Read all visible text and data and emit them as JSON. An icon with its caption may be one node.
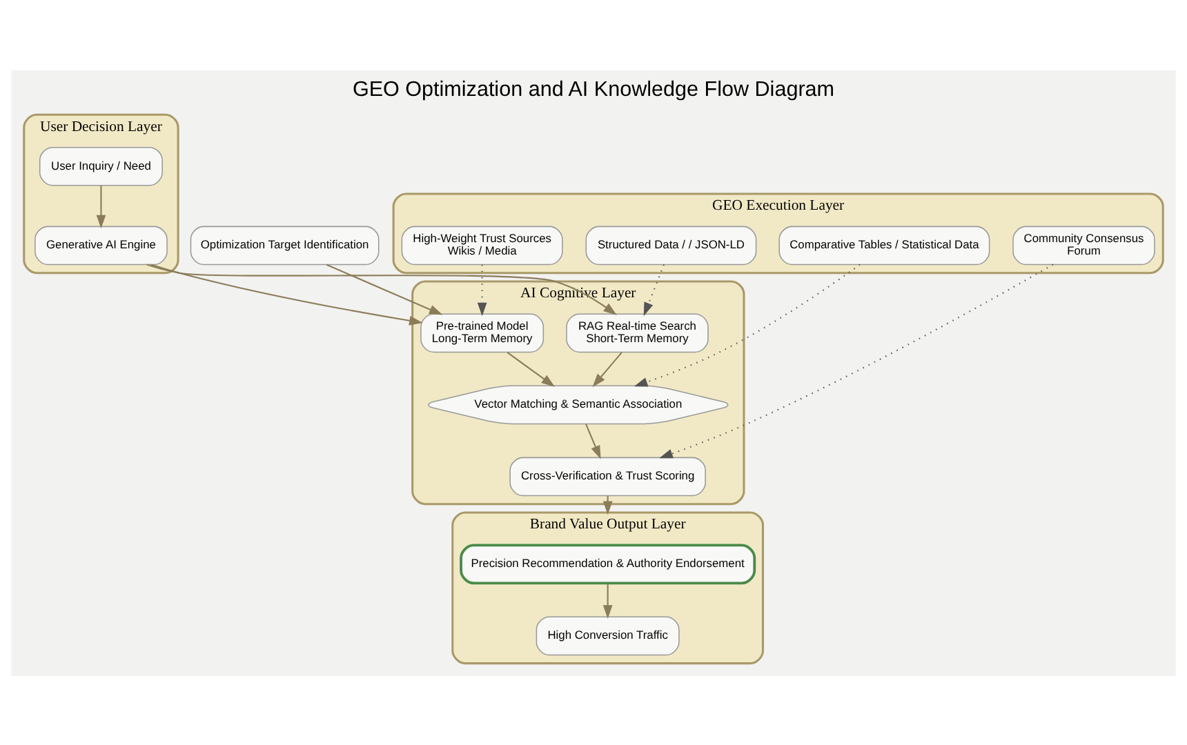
{
  "diagram": {
    "title": "GEO Optimization and AI Knowledge Flow Diagram",
    "nodes": [
      {
        "text": [
          "User Decision Layer"
        ]
      },
      {
        "text": [
          "User Inquiry / Need"
        ],
        "in": 0
      },
      {
        "text": [
          "Generative AI Engine"
        ],
        "in": 0
      },
      {
        "text": [
          "Optimization Target Identification"
        ]
      },
      {
        "text": [
          "GEO Execution Layer"
        ]
      },
      {
        "text": [
          "Structured Data / / JSON-LD"
        ],
        "in": 4
      },
      {
        "text": [
          "High-Weight Trust Sources",
          "Wikis / Media"
        ],
        "in": 4
      },
      {
        "text": [
          "Comparative Tables / Statistical Data"
        ],
        "in": 4
      },
      {
        "text": [
          "Community Consensus",
          "Forum"
        ],
        "in": 4
      },
      {
        "text": [
          "AI Cognitive Layer"
        ]
      },
      {
        "text": [
          "RAG Real-time Search",
          "Short-Term Memory"
        ],
        "in": 9
      },
      {
        "text": [
          "Pre-trained Model",
          "Long-Term Memory"
        ],
        "in": 9
      },
      {
        "text": [
          "Vector Matching & Semantic Association"
        ],
        "in": 9
      },
      {
        "text": [
          "Cross-Verification & Trust Scoring"
        ],
        "in": 9
      },
      {
        "text": [
          "Brand Value Output Layer"
        ]
      },
      {
        "text": [
          "Precision Recommendation & Authority Endorsement"
        ],
        "in": 14
      },
      {
        "text": [
          "High Conversion Traffic"
        ],
        "in": 14
      }
    ],
    "edges": [
      {
        "from": 1,
        "to": 2,
        "arrow": "to"
      },
      {
        "from": 2,
        "to": 10,
        "arrow": "to"
      },
      {
        "from": 2,
        "to": 11,
        "arrow": "to"
      },
      {
        "from": 3,
        "to": 11,
        "arrow": "to"
      },
      {
        "from": 5,
        "to": 10,
        "arrow": "to",
        "style": "dashed",
        "color": "#555555"
      },
      {
        "from": 6,
        "to": 11,
        "arrow": "to",
        "style": "dashed",
        "color": "#555555"
      },
      {
        "from": 7,
        "to": 12,
        "arrow": "to",
        "style": "dashed",
        "color": "#555555"
      },
      {
        "from": 8,
        "to": 13,
        "arrow": "to",
        "style": "dashed",
        "color": "#555555"
      },
      {
        "from": 10,
        "to": 12,
        "arrow": "to"
      },
      {
        "from": 11,
        "to": 12,
        "arrow": "to"
      },
      {
        "from": 12,
        "to": 13,
        "arrow": "to"
      },
      {
        "from": 13,
        "to": 14,
        "arrow": "to"
      },
      {
        "from": 15,
        "to": 16,
        "arrow": "to"
      }
    ]
  }
}
